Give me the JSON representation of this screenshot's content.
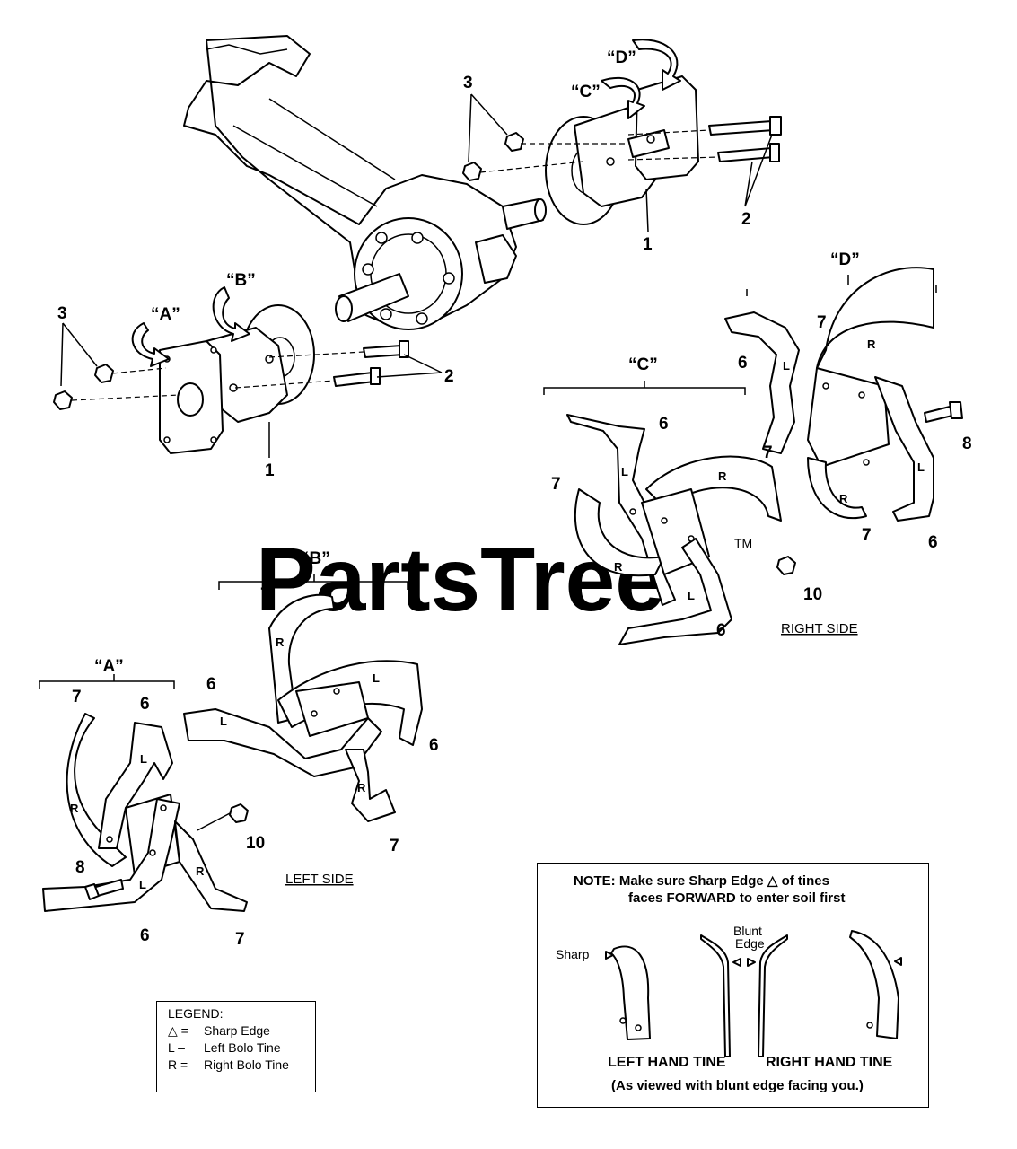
{
  "watermark": {
    "text": "PartsTree",
    "tm": "TM"
  },
  "callouts": {
    "n1": "1",
    "n2": "2",
    "n3": "3",
    "n6": "6",
    "n7": "7",
    "n8": "8",
    "n10": "10"
  },
  "groups": {
    "a": "“A”",
    "b": "“B”",
    "c": "“C”",
    "d": "“D”"
  },
  "tine_marks": {
    "left": "L",
    "right": "R"
  },
  "sides": {
    "left": "LEFT SIDE",
    "right": "RIGHT SIDE"
  },
  "legend": {
    "title": "LEGEND:",
    "items": [
      {
        "symbol": "△",
        "sep": "=",
        "text": "Sharp Edge"
      },
      {
        "symbol": "L",
        "sep": "–",
        "text": "Left Bolo Tine"
      },
      {
        "symbol": "R",
        "sep": "=",
        "text": "Right Bolo Tine"
      }
    ]
  },
  "note": {
    "line1": "NOTE:  Make sure Sharp Edge △ of tines",
    "line2": "faces FORWARD to enter soil first",
    "sharp_label": "Sharp",
    "blunt_label_1": "Blunt",
    "blunt_label_2": "Edge",
    "left_caption": "LEFT HAND TINE",
    "right_caption": "RIGHT HAND TINE",
    "sub_caption": "(As viewed with blunt edge facing you.)"
  }
}
